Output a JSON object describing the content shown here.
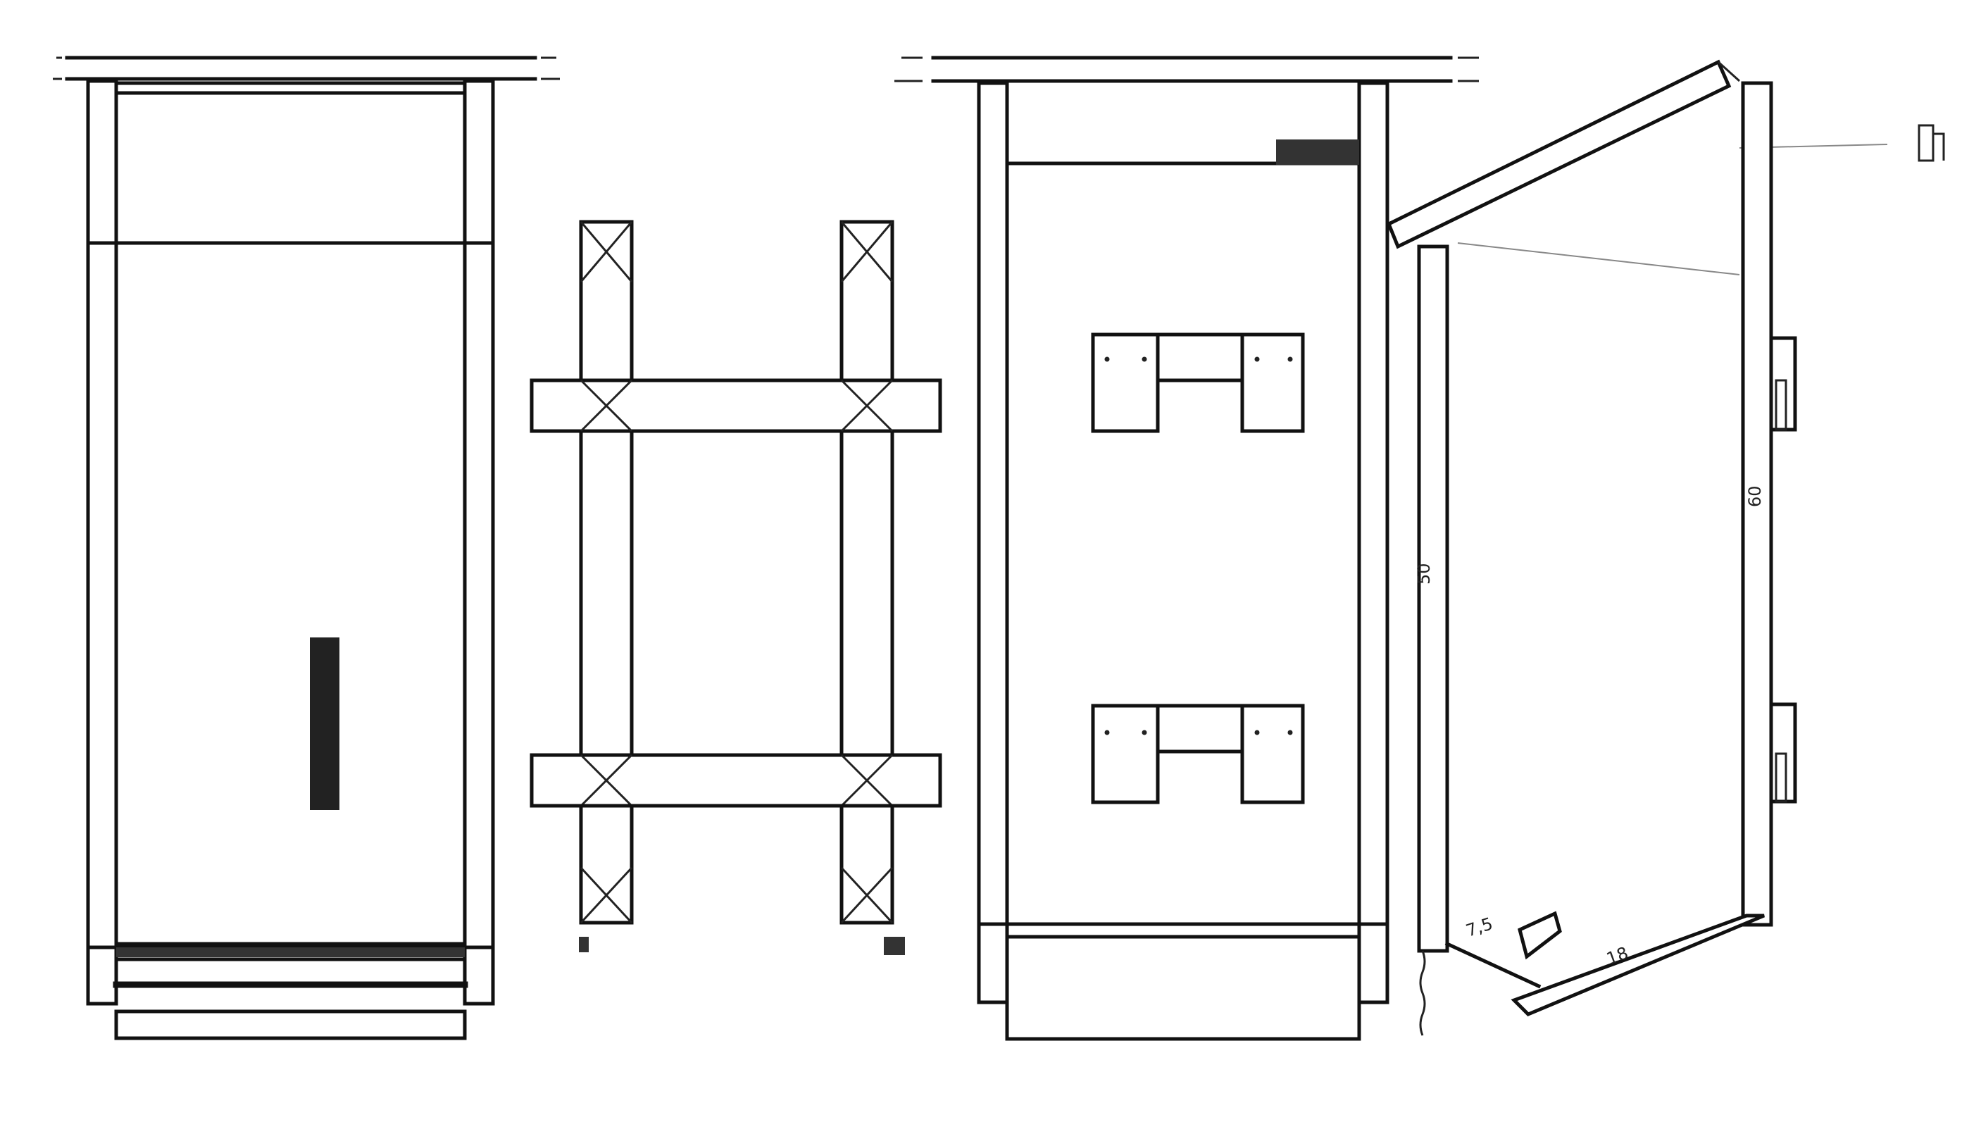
{
  "palette": {
    "ink": "#111111",
    "paper": "#ffffff",
    "shade": "#333333"
  },
  "views": [
    {
      "id": "front-view"
    },
    {
      "id": "frame-view"
    },
    {
      "id": "back-view"
    },
    {
      "id": "section-view"
    }
  ],
  "dimensions": {
    "left_height": "50",
    "right_height": "60",
    "floor_step": "7,5",
    "floor_depth": "18"
  }
}
